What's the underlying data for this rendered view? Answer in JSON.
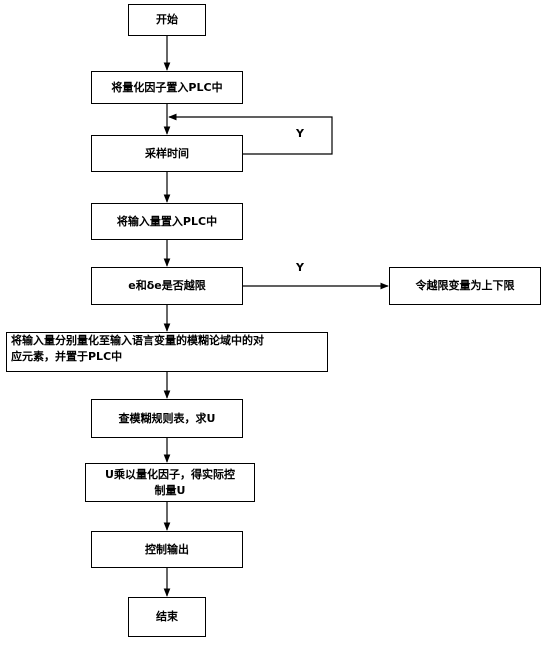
{
  "nodes": {
    "start": "开始",
    "set_factor": "将量化因子置入PLC中",
    "sample_time": "采样时间",
    "set_input": "将输入量置入PLC中",
    "decision": "e和δe是否越限",
    "limit_action": "令越限变量为上下限",
    "quantize_line1": "将输入量分别量化至输入语言变量的模糊论域中的对",
    "quantize_line2": "应元素，并置于PLC中",
    "lookup": "查模糊规则表，求U",
    "multiply_line1": "U乘以量化因子，得实际控",
    "multiply_line2": "制量U",
    "output": "控制输出",
    "end": "结束"
  },
  "labels": {
    "loop_yes": "Y",
    "decision_yes": "Y"
  }
}
